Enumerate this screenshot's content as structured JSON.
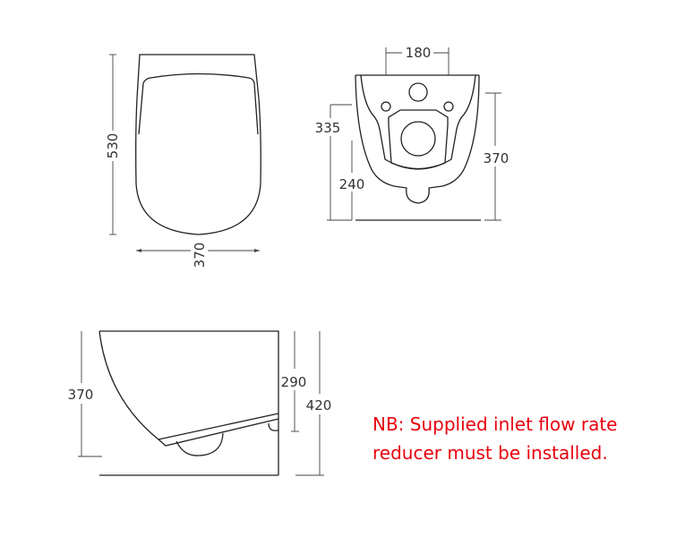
{
  "top_view": {
    "height_label": "530",
    "width_label": "370"
  },
  "front_view": {
    "pan_spacing_label": "180",
    "height_335_label": "335",
    "height_240_label": "240",
    "height_370_label": "370"
  },
  "side_view": {
    "height_370_label": "370",
    "height_290_label": "290",
    "height_420_label": "420"
  },
  "note": {
    "line1": "NB: Supplied inlet flow rate",
    "line2": "reducer must be installed.",
    "color": "#e8000d"
  }
}
